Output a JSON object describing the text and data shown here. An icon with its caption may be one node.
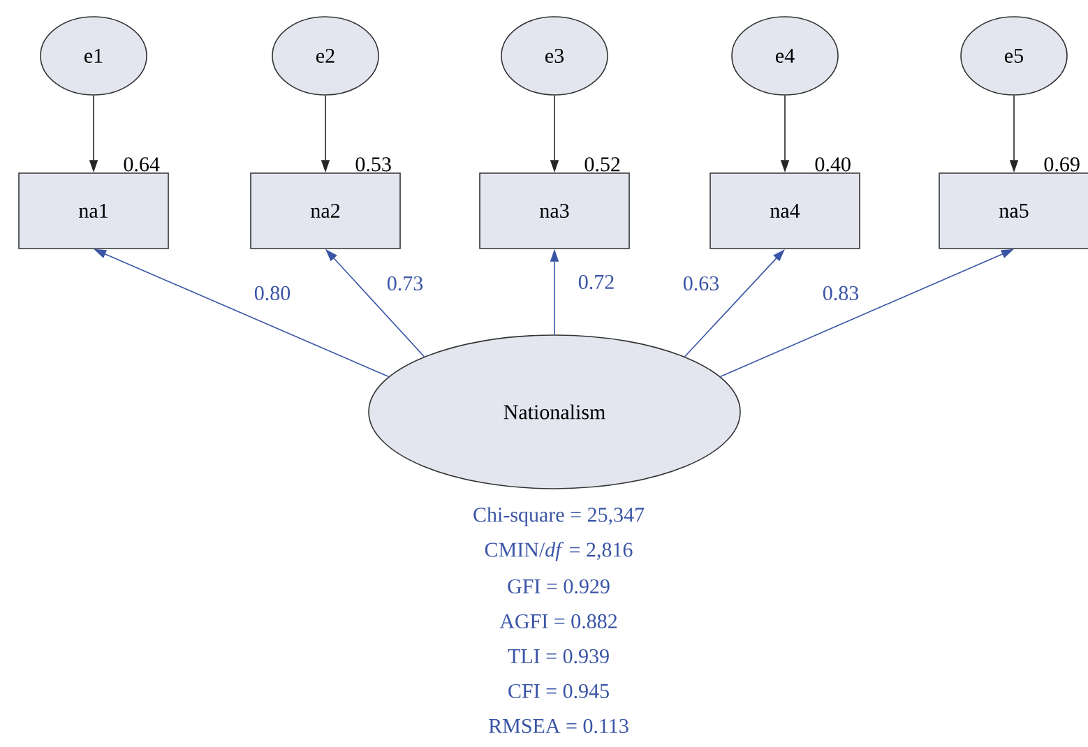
{
  "diagram": {
    "nodes": [
      {
        "text": [
          "e1"
        ]
      },
      {
        "text": [
          "e2"
        ]
      },
      {
        "text": [
          "e3"
        ]
      },
      {
        "text": [
          "e4"
        ]
      },
      {
        "text": [
          "e5"
        ]
      },
      {
        "text": [
          "na1"
        ],
        "beside": [
          "0.64"
        ]
      },
      {
        "text": [
          "na2"
        ],
        "beside": [
          "0.53"
        ]
      },
      {
        "text": [
          "na3"
        ],
        "beside": [
          "0.52"
        ]
      },
      {
        "text": [
          "na4"
        ],
        "beside": [
          "0.40"
        ]
      },
      {
        "text": [
          "na5"
        ],
        "beside": [
          "0.69"
        ]
      },
      {
        "text": [
          "Nationalism"
        ]
      }
    ],
    "edges": [
      {
        "from": 0,
        "to": 5,
        "arrow": "to"
      },
      {
        "from": 1,
        "to": 6,
        "arrow": "to"
      },
      {
        "from": 2,
        "to": 7,
        "arrow": "to"
      },
      {
        "from": 3,
        "to": 8,
        "arrow": "to"
      },
      {
        "from": 4,
        "to": 9,
        "arrow": "to"
      },
      {
        "from": 10,
        "to": 5,
        "arrow": "to",
        "label": "0.80",
        "color": "#3a55a6"
      },
      {
        "from": 10,
        "to": 6,
        "arrow": "to",
        "label": "0.73",
        "color": "#3a55a6"
      },
      {
        "from": 10,
        "to": 7,
        "arrow": "to",
        "label": "0.72",
        "color": "#3a55a6"
      },
      {
        "from": 10,
        "to": 8,
        "arrow": "to",
        "label": "0.63",
        "color": "#3a55a6"
      },
      {
        "from": 10,
        "to": 9,
        "arrow": "to",
        "label": "0.83",
        "color": "#3a55a6"
      }
    ],
    "labels": [
      "Chi-square = 25,347",
      "CMIN/*df* = 2,816",
      "GFI = 0.929",
      "AGFI = 0.882",
      "TLI = 0.939",
      "CFI = 0.945",
      "RMSEA = 0.113"
    ]
  }
}
